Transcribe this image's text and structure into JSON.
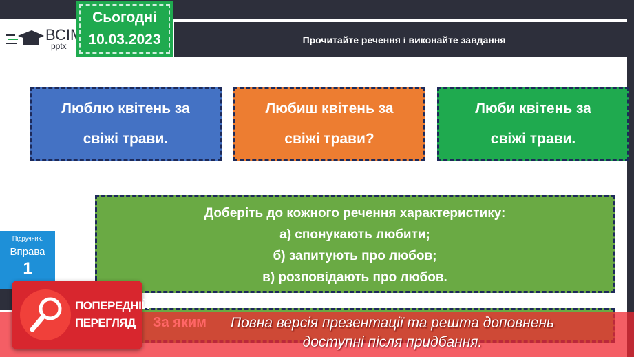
{
  "logo": {
    "brand": "ВСІМ",
    "sub": "pptx"
  },
  "date": {
    "label": "Сьогодні",
    "value": "10.03.2023"
  },
  "header": {
    "title": "Прочитайте речення і виконайте завдання"
  },
  "cards": [
    {
      "line1": "Люблю квітень за",
      "line2": "свіжі трави.",
      "color": "#4472c4"
    },
    {
      "line1": "Любиш квітень за",
      "line2": "свіжі трави?",
      "color": "#ed7d31"
    },
    {
      "line1": "Люби квітень за",
      "line2": "свіжі трави.",
      "color": "#1faa4f"
    }
  ],
  "task": {
    "title": "Доберіть до кожного речення характеристику:",
    "a": "а) спонукають любити;",
    "b": "б) запитують про любов;",
    "c": "в) розповідають про любов."
  },
  "exercise": {
    "book": "Підручник.",
    "label": "Вправа",
    "number": "1"
  },
  "partial_question": "За яким",
  "preview": {
    "line1": "ПОПЕРЕДНІЙ",
    "line2": "ПЕРЕГЛЯД",
    "icon": "magnifier-icon"
  },
  "notice": {
    "line1": "Повна версія презентації та решта доповнень",
    "line2": "доступні після придбання."
  }
}
